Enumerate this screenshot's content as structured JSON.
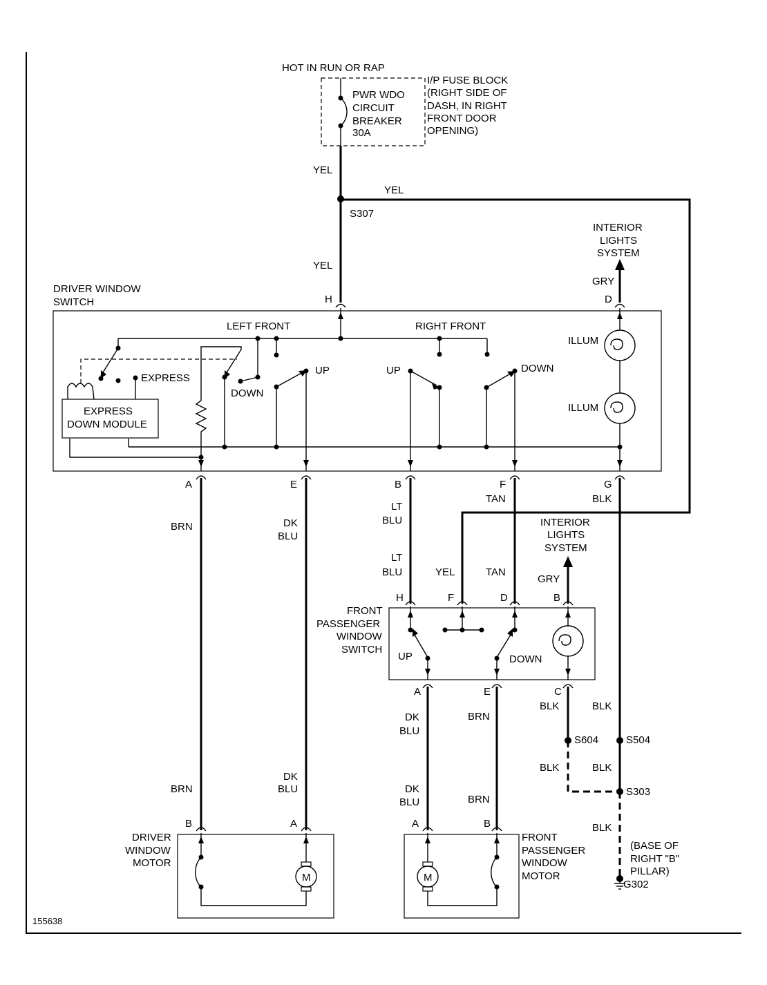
{
  "diagram_id": "155638",
  "power": {
    "source": "HOT IN RUN OR RAP",
    "breaker": [
      "PWR WDO",
      "CIRCUIT",
      "BREAKER",
      "30A"
    ],
    "fuse_block": [
      "I/P FUSE BLOCK",
      "(RIGHT SIDE OF",
      "DASH, IN RIGHT",
      "FRONT DOOR",
      "OPENING)"
    ]
  },
  "splices": {
    "s307": "S307",
    "s604": "S604",
    "s504": "S504",
    "s303": "S303"
  },
  "ground": {
    "name": "G302",
    "location": [
      "(BASE OF",
      "RIGHT \"B\"",
      "PILLAR)"
    ]
  },
  "interior_lights": [
    "INTERIOR",
    "LIGHTS",
    "SYSTEM"
  ],
  "wires": {
    "yel": "YEL",
    "gry": "GRY",
    "brn": "BRN",
    "dk": "DK",
    "blu": "BLU",
    "lt": "LT",
    "tan": "TAN",
    "blk": "BLK"
  },
  "driver_switch": {
    "title": [
      "DRIVER WINDOW",
      "SWITCH"
    ],
    "left_front": "LEFT FRONT",
    "right_front": "RIGHT FRONT",
    "illum": "ILLUM",
    "up": "UP",
    "down": "DOWN",
    "express": "EXPRESS",
    "module": [
      "EXPRESS",
      "DOWN MODULE"
    ],
    "pins": {
      "h": "H",
      "d": "D",
      "a": "A",
      "e": "E",
      "b": "B",
      "f": "F",
      "g": "G"
    }
  },
  "passenger_switch": {
    "title": [
      "FRONT",
      "PASSENGER",
      "WINDOW",
      "SWITCH"
    ],
    "up": "UP",
    "down": "DOWN",
    "pins": {
      "h": "H",
      "f": "F",
      "d": "D",
      "b": "B",
      "a": "A",
      "e": "E",
      "c": "C"
    }
  },
  "driver_motor": {
    "title": [
      "DRIVER",
      "WINDOW",
      "MOTOR"
    ],
    "motor": "M",
    "pins": {
      "b": "B",
      "a": "A"
    }
  },
  "passenger_motor": {
    "title": [
      "FRONT",
      "PASSENGER",
      "WINDOW",
      "MOTOR"
    ],
    "motor": "M",
    "pins": {
      "a": "A",
      "b": "B"
    }
  }
}
